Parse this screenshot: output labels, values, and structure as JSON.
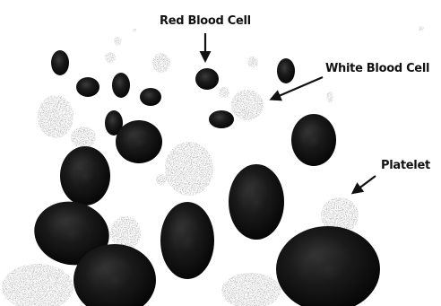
{
  "labels": {
    "red_blood_cell": "Red Blood Cell",
    "white_blood_cell": "White Blood Cell",
    "platelet": "Platelet"
  },
  "colors": {
    "background": "#ffffff",
    "cell_dark": "#161616",
    "cell_shadow": "#050505",
    "speckle": "#3a3a3a",
    "text": "#111111"
  },
  "legend": {
    "marker_shape": "arrow",
    "marker_color": "#111111"
  }
}
